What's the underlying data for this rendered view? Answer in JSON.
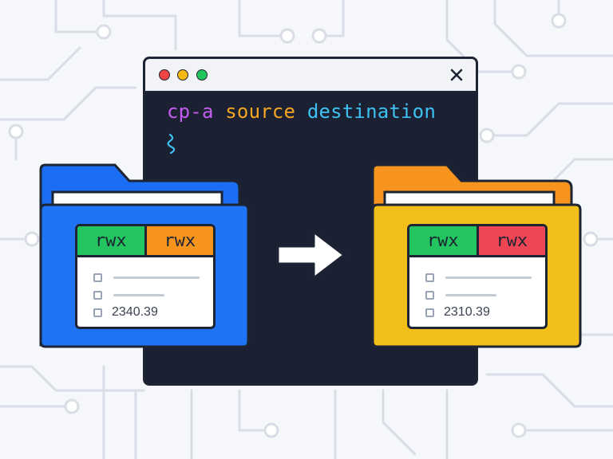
{
  "terminal": {
    "command": "cp-a",
    "arg_source": "source",
    "arg_destination": "destination",
    "prompt_glyph": "≀"
  },
  "source_folder": {
    "perm_owner": "rwx",
    "perm_group": "rwx",
    "size": "2340.39"
  },
  "dest_folder": {
    "perm_owner": "rwx",
    "perm_group": "rwx",
    "size": "2310.39"
  },
  "colors": {
    "command": "#c45cf0",
    "source": "#f5a623",
    "destination": "#3fc1f2",
    "source_folder": "#1b6ef3",
    "dest_folder": "#f2be1a",
    "perm_green": "#22c55e",
    "perm_orange": "#f7941d",
    "perm_red": "#ef4655"
  },
  "icons": [
    "close-icon",
    "folder-icon",
    "arrow-right-icon",
    "checkbox-icon"
  ]
}
